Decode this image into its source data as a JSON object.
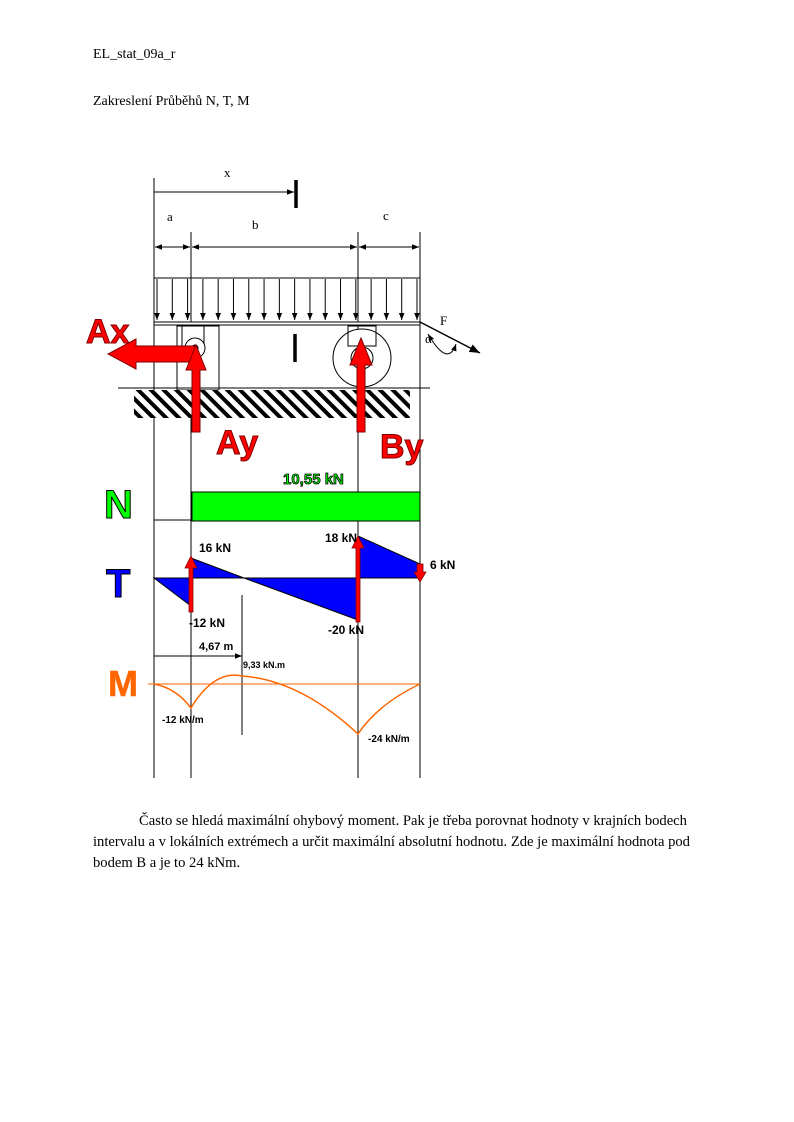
{
  "header": {
    "doc_id": "EL_stat_09a_r",
    "heading": "Zakreslení Průběhů N, T, M"
  },
  "beam": {
    "dim_x": "x",
    "dim_a": "a",
    "dim_b": "b",
    "dim_c": "c",
    "force_label": "F",
    "angle_label": "α",
    "section_mark": "I"
  },
  "reactions": {
    "ax": "Ax",
    "ay": "Ay",
    "by": "By",
    "color": "#ff0000"
  },
  "diagrams": {
    "n_letter": "N",
    "t_letter": "T",
    "m_letter": "M",
    "n_color": "#00ff00",
    "t_color": "#0000ff",
    "m_color": "#ff6600",
    "n_value": "10,55 kN",
    "t_a_top": "16 kN",
    "t_a_bottom": "-12 kN",
    "t_b_top": "18 kN",
    "t_b_bottom": "-20 kN",
    "t_end": "6 kN",
    "t_zero_distance": "4,67 m",
    "m_local_max": "9,33 kN.m",
    "m_at_a": "-12 kN/m",
    "m_at_b": "-24 kN/m"
  },
  "text": {
    "paragraph": "Často se hledá maximální ohybový moment. Pak je třeba porovnat hodnoty v krajních bodech intervalu a v lokálních extrémech a určit maximální absolutní  hodnotu. Zde je maximální hodnota pod bodem B a je to 24 kNm."
  }
}
